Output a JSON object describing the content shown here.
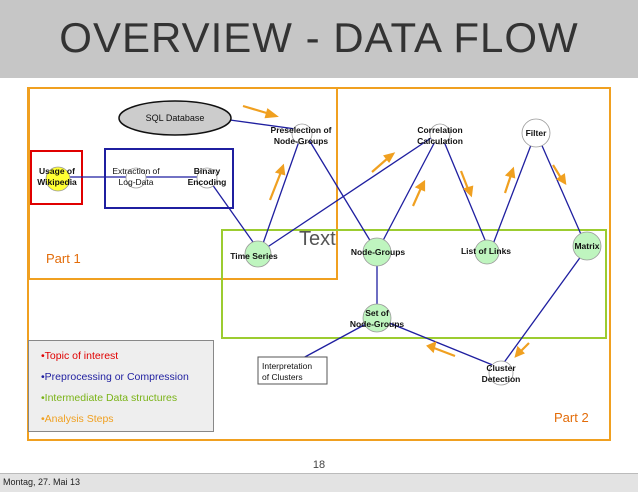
{
  "title": "OVERVIEW - DATA FLOW",
  "overlay_text": "Text",
  "parts": {
    "part1": "Part 1",
    "part2": "Part 2"
  },
  "nodes": {
    "sql_database": "SQL Database",
    "usage_line1": "Usage of",
    "usage_line2": "Wikipedia",
    "extraction_line1": "Extraction of",
    "extraction_line2": "Log-Data",
    "binary_line1": "Binary",
    "binary_line2": "Encoding",
    "preselection_line1": "Preselection of",
    "preselection_line2": "Node-Groups",
    "correlation_line1": "Correlation",
    "correlation_line2": "Calculation",
    "filter": "Filter",
    "time_series": "Time Series",
    "node_groups": "Node-Groups",
    "list_of_links": "List of Links",
    "matrix": "Matrix",
    "set_line1": "Set of",
    "set_line2": "Node-Groups",
    "interpretation_line1": "Interpretation",
    "interpretation_line2": "of Clusters",
    "cluster_line1": "Cluster",
    "cluster_line2": "Detection"
  },
  "legend": {
    "topic": "•Topic of interest",
    "preprocessing": "•Preprocessing or Compression",
    "intermediate": "•Intermediate Data structures",
    "analysis": "•Analysis Steps"
  },
  "colors": {
    "topic": "#e00000",
    "preprocessing": "#1f1fa0",
    "intermediate": "#7ab317",
    "analysis": "#f0a020",
    "node_fill": "#bff5bf",
    "highlight": "#ffff33"
  },
  "page_number": "18",
  "footer_date": "Montag, 27. Mai 13"
}
